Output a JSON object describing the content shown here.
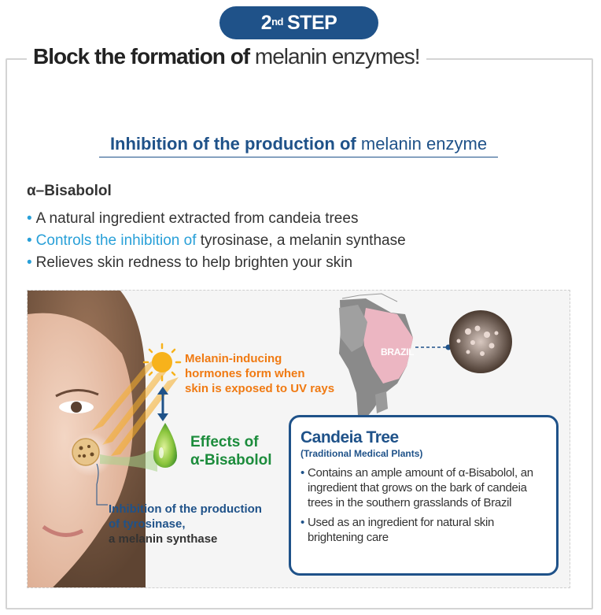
{
  "step_badge": {
    "prefix": "2",
    "superscript": "nd",
    "word": "STEP"
  },
  "headline": {
    "bold": "Block the formation of",
    "normal": "melanin enzymes!"
  },
  "subhead": {
    "bold": "Inhibition of the production of",
    "normal": "melanin enzyme"
  },
  "ingredient": {
    "name": "α–Bisabolol",
    "bullets": [
      {
        "highlight": "",
        "text": "A natural ingredient extracted from candeia trees"
      },
      {
        "highlight": "Controls the inhibition of",
        "text": "tyrosinase, a melanin synthase"
      },
      {
        "highlight": "",
        "text": "Relieves skin redness to help brighten your skin"
      }
    ]
  },
  "illustration": {
    "uv_label": [
      "Melanin-inducing",
      "hormones form when",
      "skin is exposed to UV rays"
    ],
    "effects_label": [
      "Effects of",
      "α-Bisabolol"
    ],
    "inhibition_label": {
      "blue": [
        "Inhibition of the production",
        "of tyrosinase,"
      ],
      "dark": "a melanin synthase"
    },
    "map_label": "BRAZIL"
  },
  "candeia": {
    "title": "Candeia Tree",
    "subtitle": "(Traditional Medical Plants)",
    "bullets": [
      "Contains an ample amount of α-Bisabolol, an ingredient that grows on the bark of candeia trees in the southern grasslands of Brazil",
      "Used as an ingredient for natural skin brightening care"
    ]
  },
  "colors": {
    "navy": "#1f5289",
    "sky_blue": "#29a0d8",
    "orange": "#f07a12",
    "green": "#1c8c3c"
  },
  "icons": [
    "sun-icon",
    "double-arrow-icon",
    "droplet-icon",
    "skin-cell-icon",
    "world-map-icon",
    "candeia-flower-icon"
  ]
}
